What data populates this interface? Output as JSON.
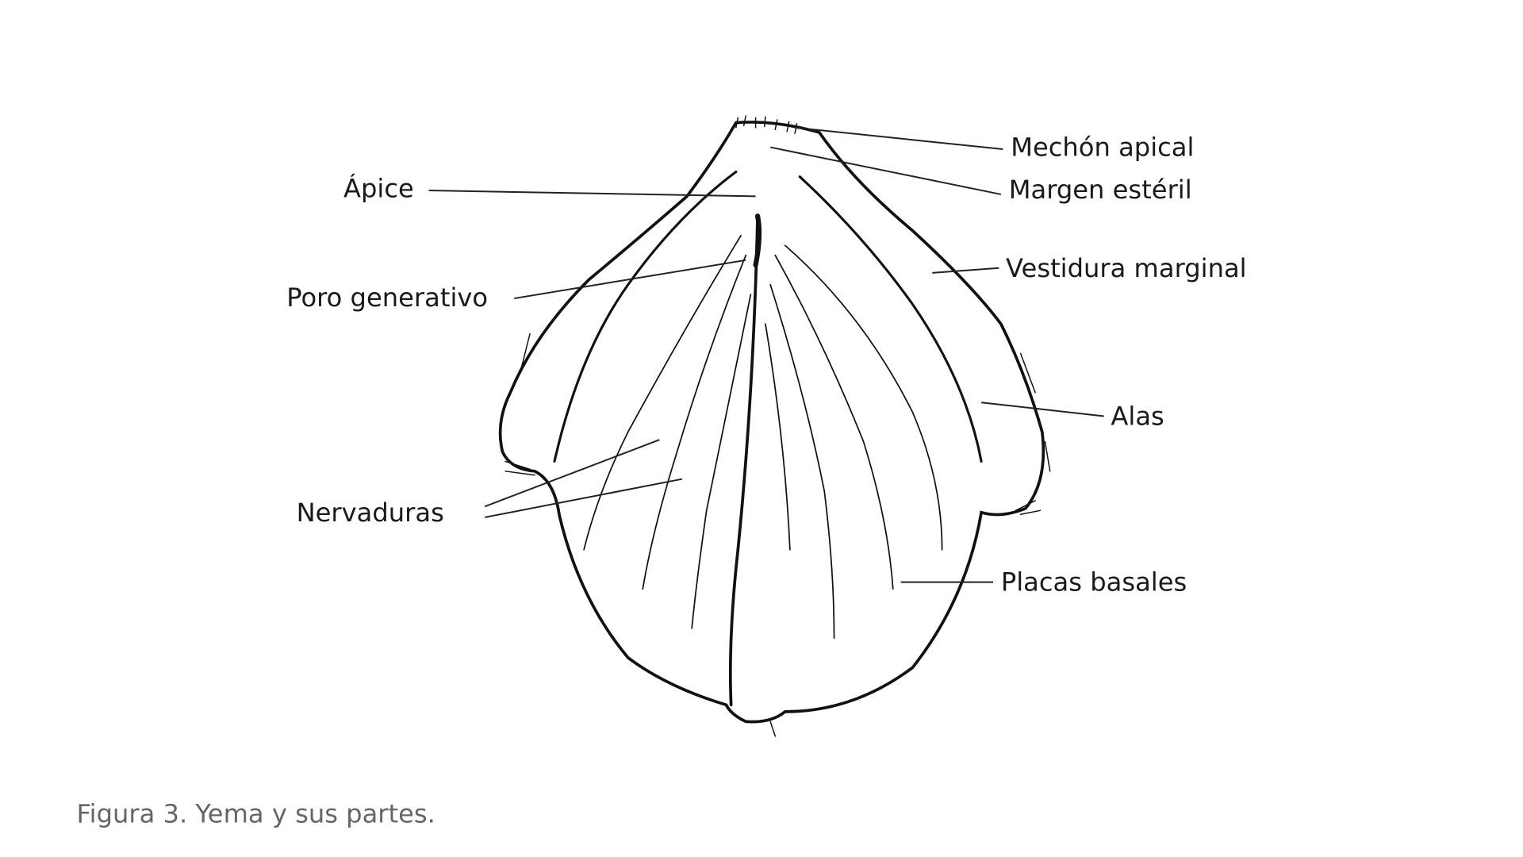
{
  "figure": {
    "caption": "Figura 3. Yema y sus partes.",
    "labels": {
      "mechon_apical": "Mechón apical",
      "margen_esteril": "Margen estéril",
      "apice": "Ápice",
      "vestidura_marginal": "Vestidura marginal",
      "poro_generativo": "Poro generativo",
      "alas": "Alas",
      "nervaduras": "Nervaduras",
      "placas_basales": "Placas basales"
    }
  }
}
